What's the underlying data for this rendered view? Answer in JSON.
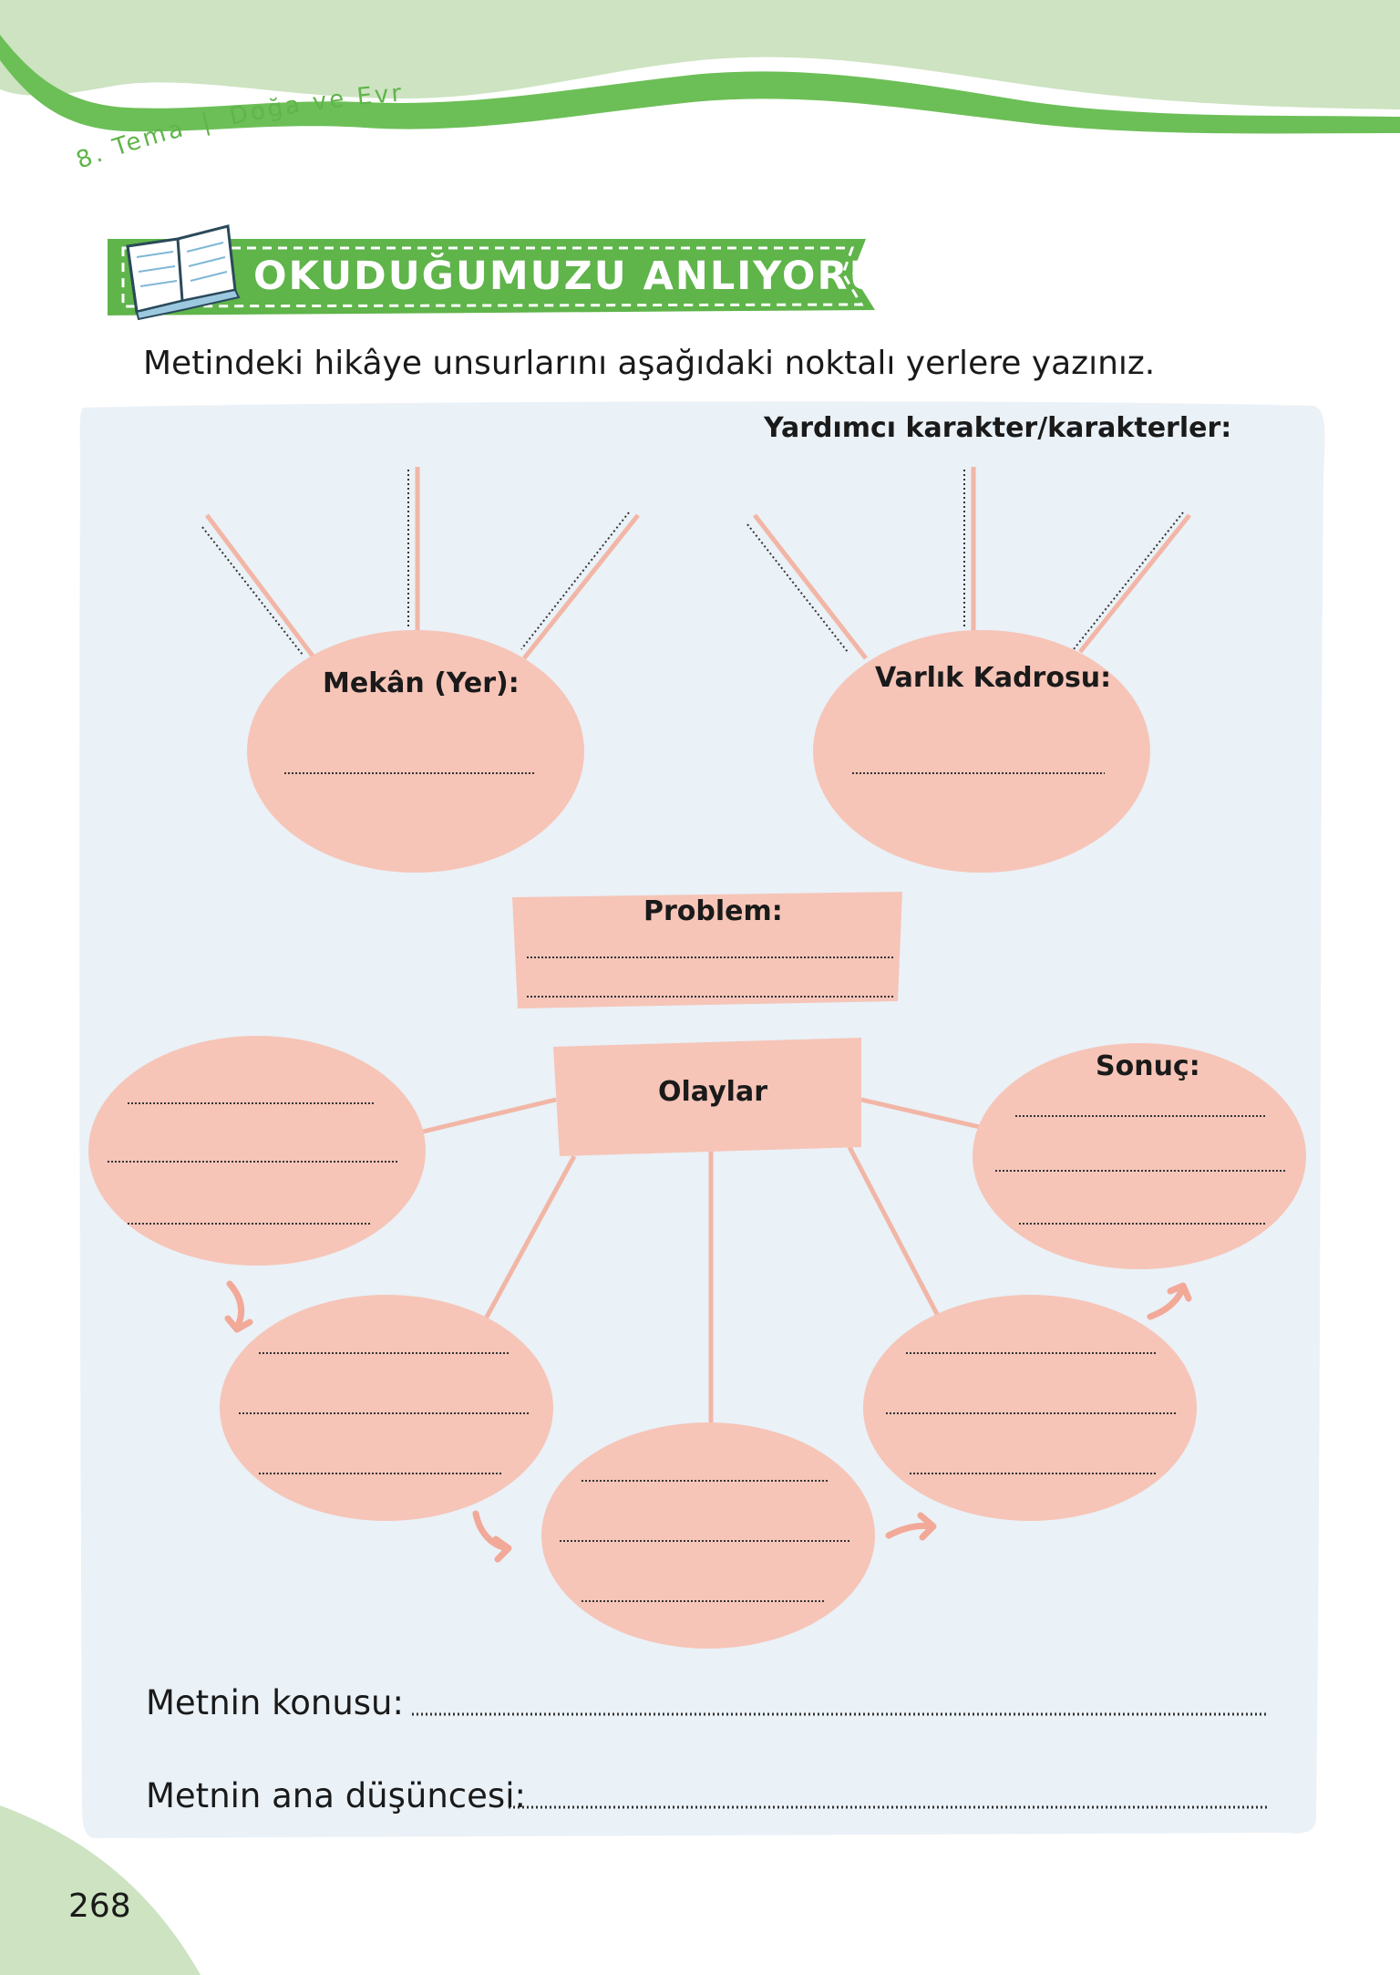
{
  "header": {
    "theme_number": "8. Tema",
    "separator": "|",
    "theme_name": "Doğa ve Evren"
  },
  "section": {
    "title": "OKUDUĞUMUZU ANLIYORUZ",
    "icon": "open-book-icon"
  },
  "instruction": "Metindeki hikâye unsurlarını aşağıdaki noktalı yerlere yazınız.",
  "diagram": {
    "supporting_characters_label": "Yardımcı karakter/karakterler:",
    "setting_label": "Mekân (Yer):",
    "cast_label": "Varlık Kadrosu:",
    "problem_label": "Problem:",
    "events_label": "Olaylar",
    "result_label": "Sonuç:"
  },
  "footer": {
    "topic_label": "Metnin konusu:",
    "main_idea_label": "Metnin ana düşüncesi:"
  },
  "page_number": "268",
  "colors": {
    "header_green": "#6cbf57",
    "header_light_green": "#cde3c1",
    "panel_blue": "#eaf1f7",
    "bubble_pink": "#f6c5b8",
    "banner_green": "#5fb44a"
  }
}
